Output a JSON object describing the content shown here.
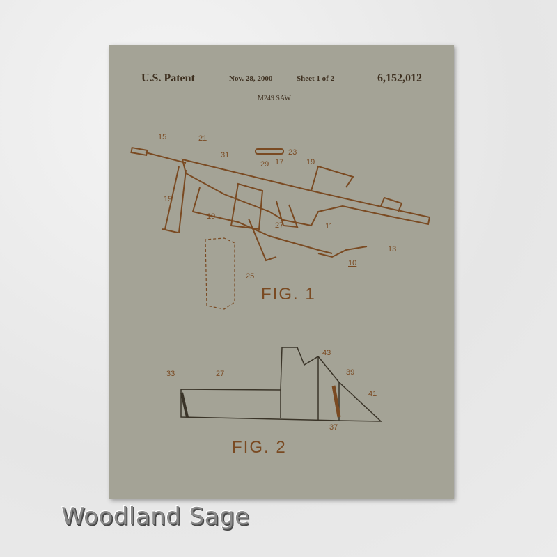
{
  "header": {
    "left": "U.S. Patent",
    "date": "Nov. 28, 2000",
    "sheet": "Sheet 1 of 2",
    "number": "6,152,012"
  },
  "title": "M249 SAW",
  "fig1": {
    "label": "FIG. 1",
    "refs": [
      "15",
      "21",
      "31",
      "29",
      "23",
      "17",
      "19",
      "19",
      "19",
      "27",
      "11",
      "13",
      "10",
      "25"
    ]
  },
  "fig2": {
    "label": "FIG. 2",
    "refs": [
      "33",
      "27",
      "43",
      "39",
      "41",
      "37"
    ]
  },
  "caption": "Woodland Sage"
}
